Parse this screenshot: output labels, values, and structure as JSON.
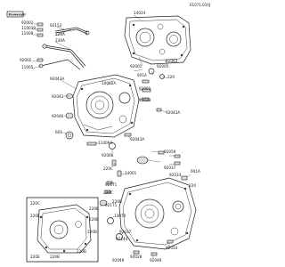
{
  "diagram_code": "E1071-010J",
  "corner_tag": "Kawasaki",
  "labels": {
    "a": "92002",
    "b": "92152",
    "c": "110039",
    "d": "220A",
    "e": "11009",
    "f": "230A",
    "g": "92002",
    "h": "11005",
    "i": "14024",
    "j": "92001",
    "k": "92001",
    "l": "92063",
    "m": "92043A",
    "n": "14002A",
    "o": "601A",
    "p": "220",
    "q": "92001",
    "r": "92028",
    "s": "92043",
    "t": "92043A",
    "u": "92046",
    "v": "601",
    "w": "11009A",
    "x": "92066",
    "y": "92043A",
    "z": "220C",
    "aa": "92037",
    "ab": "92059",
    "ac": "92033",
    "ad": "14001",
    "ae": "92171",
    "af": "220C",
    "ag": "220B",
    "ah": "92171",
    "ai": "13070",
    "aj": "92037",
    "ak": "601A",
    "al": "220",
    "am": "92144",
    "an": "92049",
    "ao": "92028",
    "ap": "92049",
    "aq": "92033",
    "ar": "220C",
    "as": "220E",
    "at": "220B",
    "au": "220B",
    "av": "220B",
    "aw": "220B",
    "ax": "220B",
    "ay": "220E"
  }
}
